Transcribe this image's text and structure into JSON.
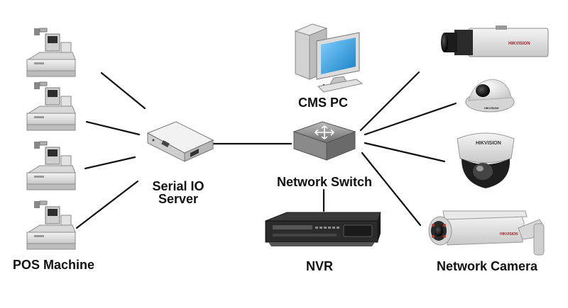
{
  "nodes": {
    "pos_machine": {
      "label": "POS Machine"
    },
    "serial_io": {
      "label_line1": "Serial IO",
      "label_line2": "Server"
    },
    "cms_pc": {
      "label": "CMS PC"
    },
    "network_switch": {
      "label": "Network Switch"
    },
    "nvr": {
      "label": "NVR"
    },
    "network_camera": {
      "label": "Network Camera"
    }
  },
  "camera_brand": "HIKVISION",
  "colors": {
    "line": "#111111",
    "device_light": "#e6e6e6",
    "device_mid": "#a9a9a9",
    "device_dark": "#555555",
    "screen_blue": "#2a9fe0",
    "nvr_body": "#2b2b2b",
    "camera_red": "#c0392b"
  },
  "icons": [
    "pos-terminal-icon",
    "serial-server-icon",
    "desktop-pc-icon",
    "network-switch-icon",
    "nvr-recorder-icon",
    "box-camera-icon",
    "mini-dome-camera-icon",
    "dome-camera-icon",
    "bullet-camera-icon"
  ]
}
